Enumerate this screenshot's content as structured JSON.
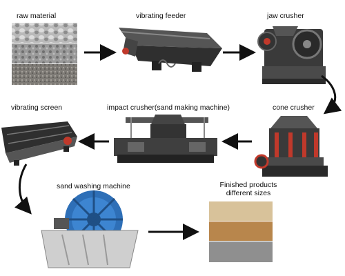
{
  "steps": {
    "raw_material": "raw  material",
    "vibrating_feeder": "vibrating feeder",
    "jaw_crusher": "jaw crusher",
    "cone_crusher": "cone crusher",
    "impact_crusher": "impact crusher(sand making machine)",
    "vibrating_screen": "vibrating screen",
    "sand_washing_machine": "sand washing machine",
    "finished_products_line1": "Finished products",
    "finished_products_line2": "different sizes"
  },
  "colors": {
    "arrow": "#111111",
    "machine_dark": "#3a3a3a",
    "machine_red": "#c0392b",
    "washer_blue": "#2e6fb7",
    "sand_light": "#d8c29a",
    "sand_mid": "#b8864c",
    "sand_grey": "#8f8f8f"
  }
}
